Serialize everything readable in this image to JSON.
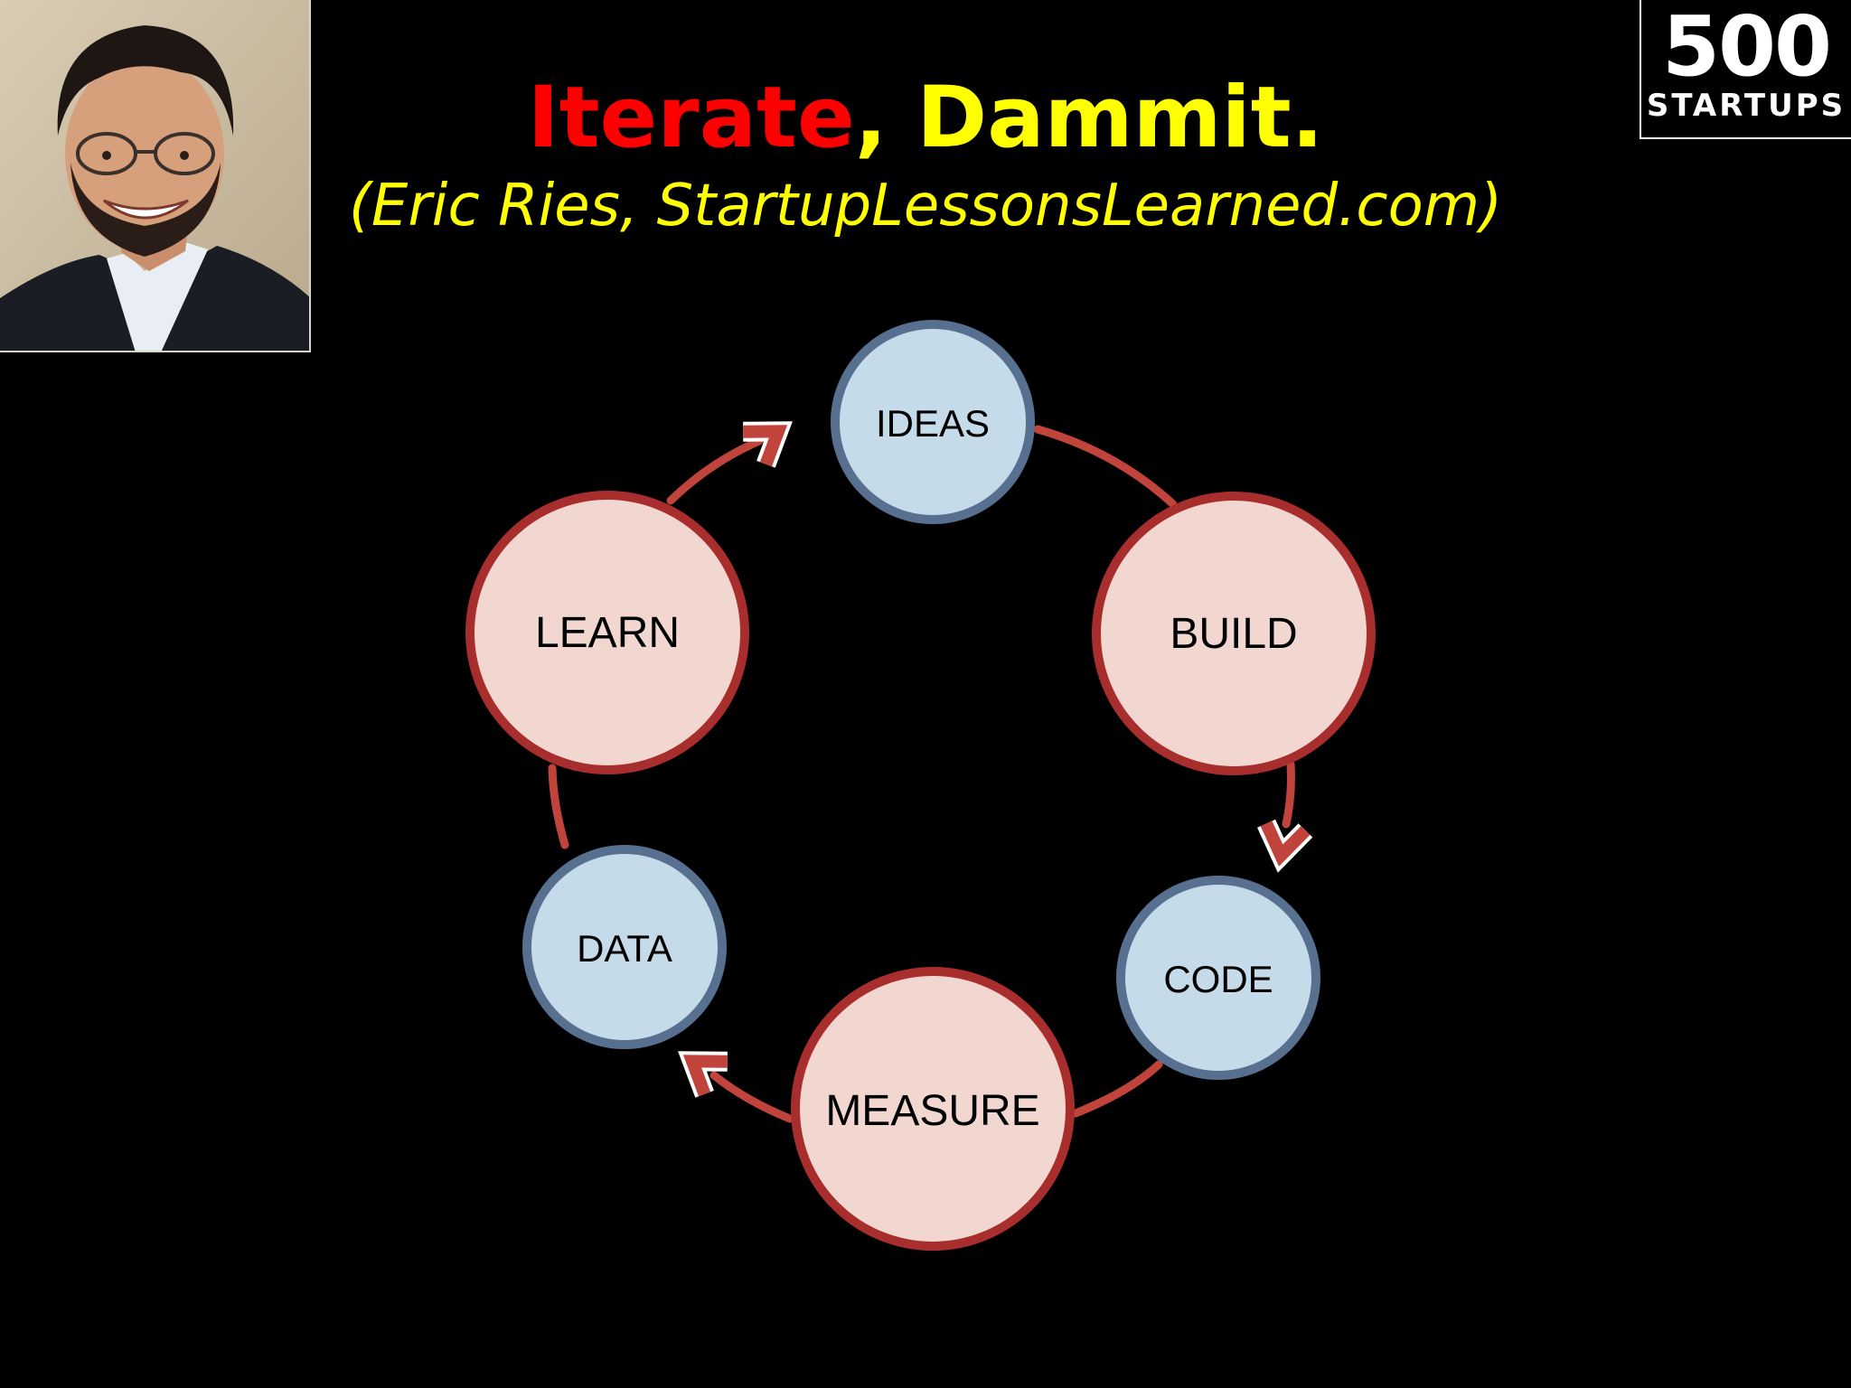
{
  "title": {
    "part1": "Iterate",
    "separator": ",",
    "part2": " Dammit."
  },
  "subtitle": "(Eric Ries, StartupLessonsLearned.com)",
  "logo": {
    "number": "500",
    "word": "STARTUPS"
  },
  "diagram": {
    "nodes": {
      "ideas": "IDEAS",
      "build": "BUILD",
      "code": "CODE",
      "measure": "MEASURE",
      "data": "DATA",
      "learn": "LEARN"
    }
  },
  "colors": {
    "background": "#000000",
    "title_accent": "#ff0000",
    "title_main": "#ffff00",
    "red_node_fill": "#f2d7d1",
    "red_node_stroke": "#a82e2e",
    "blue_node_fill": "#c6dbea",
    "blue_node_stroke": "#58708f",
    "arrow": "#c0443c"
  }
}
